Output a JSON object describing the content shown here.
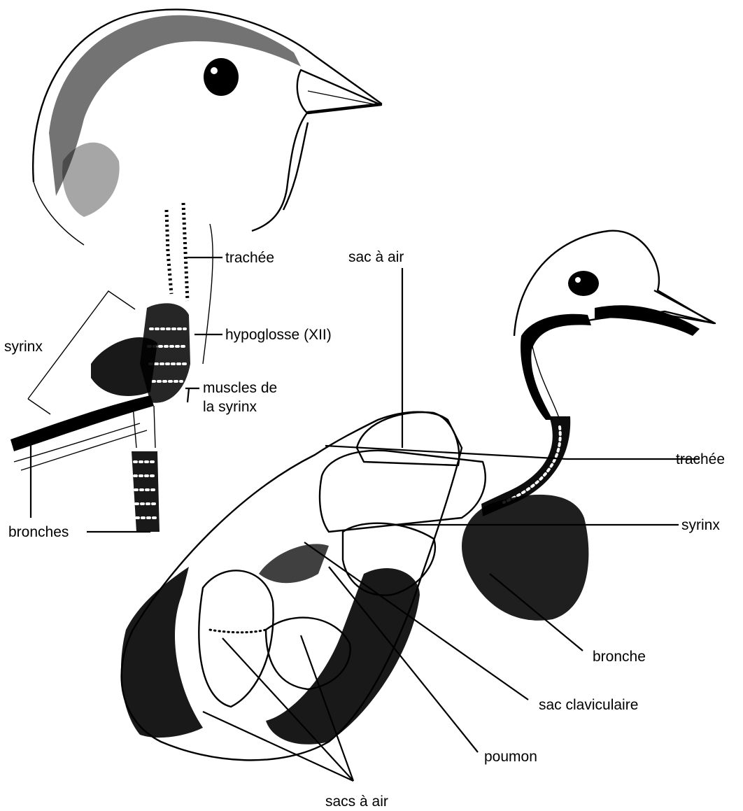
{
  "labels": {
    "trachee_left": "trachée",
    "hypoglosse": "hypoglosse (XII)",
    "syrinx_left": "syrinx",
    "muscles_line1": "muscles de",
    "muscles_line2": "la syrinx",
    "bronches": "bronches",
    "sac_a_air": "sac à air",
    "trachee_right": "trachée",
    "syrinx_right": "syrinx",
    "bronche": "bronche",
    "sac_claviculaire": "sac claviculaire",
    "poumon": "poumon",
    "sacs_a_air": "sacs à air"
  },
  "colors": {
    "ink": "#000000",
    "paper": "#ffffff"
  }
}
